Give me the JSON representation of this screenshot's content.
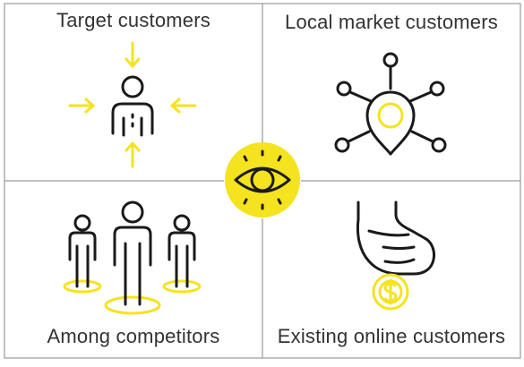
{
  "quadrants": {
    "top_left": {
      "label": "Target customers"
    },
    "top_right": {
      "label": "Local market customers"
    },
    "bottom_left": {
      "label": "Among competitors"
    },
    "bottom_right": {
      "label": "Existing online customers"
    }
  },
  "icons": {
    "top_left": "person-target-icon",
    "top_right": "location-network-icon",
    "center": "eye-icon",
    "bottom_left": "competitors-people-icon",
    "bottom_right": "hand-coin-icon"
  },
  "colors": {
    "accent": "#f5e31f",
    "line": "#1a1a1a",
    "divider": "#9a9a9a",
    "text": "#333333"
  }
}
